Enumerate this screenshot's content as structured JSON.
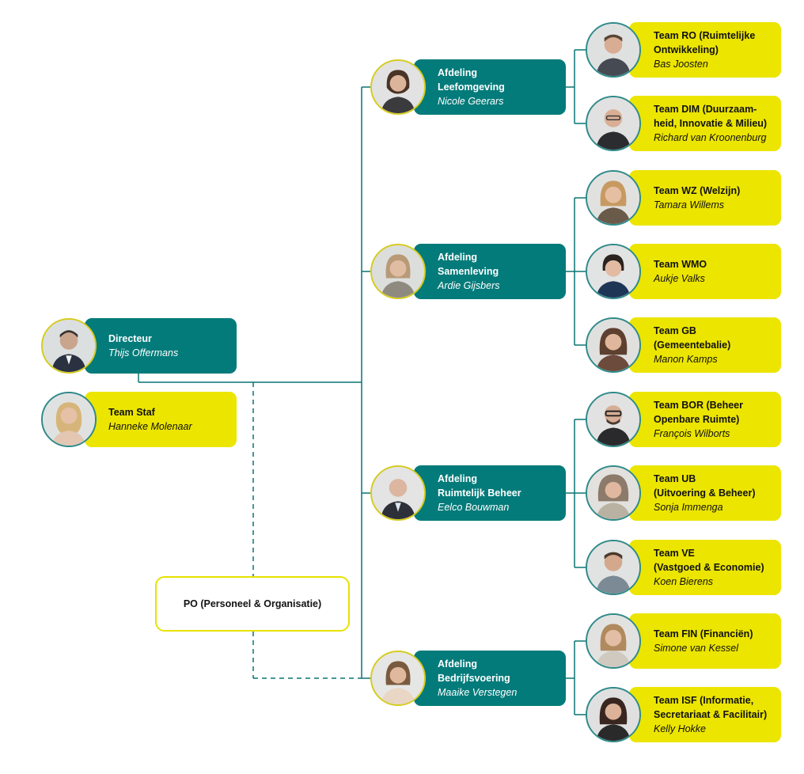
{
  "colors": {
    "teal": "#037b7a",
    "yellow": "#ece500",
    "line": "#0a7474"
  },
  "directeur": {
    "title": "Directeur",
    "name": "Thijs Offermans"
  },
  "staf": {
    "title": "Team Staf",
    "name": "Hanneke Molenaar"
  },
  "po": {
    "label": "PO (Personeel & Organisatie)"
  },
  "afdelingen": [
    {
      "title": "Afdeling\nLeefomgeving",
      "name": "Nicole Geerars",
      "teams": [
        {
          "title": "Team RO (Ruimtelijke\nOntwikkeling)",
          "name": "Bas Joosten"
        },
        {
          "title": "Team DIM (Duurzaam-\nheid, Innovatie & Milieu)",
          "name": "Richard van Kroonenburg"
        }
      ]
    },
    {
      "title": "Afdeling\nSamenleving",
      "name": "Ardie Gijsbers",
      "teams": [
        {
          "title": "Team WZ (Welzijn)",
          "name": "Tamara Willems"
        },
        {
          "title": "Team WMO",
          "name": "Aukje Valks"
        },
        {
          "title": "Team GB\n(Gemeentebalie)",
          "name": "Manon Kamps"
        }
      ]
    },
    {
      "title": "Afdeling\nRuimtelijk Beheer",
      "name": "Eelco Bouwman",
      "teams": [
        {
          "title": "Team BOR (Beheer\nOpenbare Ruimte)",
          "name": "François Wilborts"
        },
        {
          "title": "Team UB\n(Uitvoering & Beheer)",
          "name": "Sonja Immenga"
        },
        {
          "title": "Team VE\n(Vastgoed & Economie)",
          "name": "Koen Bierens"
        }
      ]
    },
    {
      "title": "Afdeling\nBedrijfsvoering",
      "name": "Maaike Verstegen",
      "teams": [
        {
          "title": "Team FIN (Financiën)",
          "name": "Simone van Kessel"
        },
        {
          "title": "Team ISF (Informatie,\nSecretariaat & Facilitair)",
          "name": "Kelly Hokke"
        }
      ]
    }
  ]
}
